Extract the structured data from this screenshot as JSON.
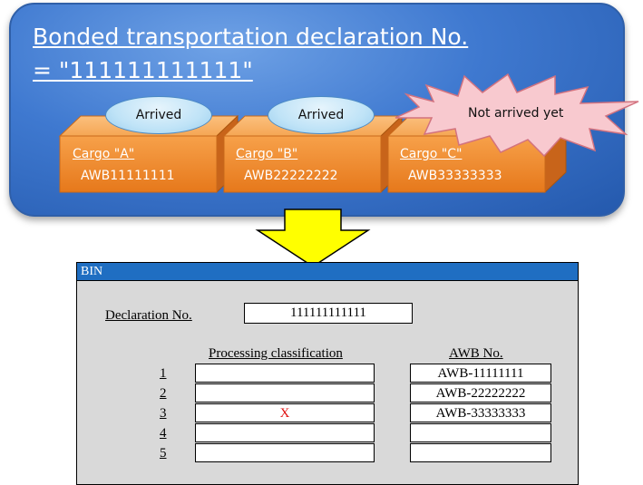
{
  "panel": {
    "title_line1": "Bonded transportation declaration No.",
    "title_line2": "= \"111111111111\""
  },
  "cargo": [
    {
      "label": "Cargo \"A\"",
      "awb": "AWB11111111",
      "status": "Arrived"
    },
    {
      "label": "Cargo \"B\"",
      "awb": "AWB22222222",
      "status": "Arrived"
    },
    {
      "label": "Cargo \"C\"",
      "awb": "AWB33333333",
      "status": "Not arrived yet"
    }
  ],
  "bin": {
    "title": "BIN",
    "declaration_label": "Declaration No.",
    "declaration_value": "111111111111",
    "col_processing": "Processing classification",
    "col_awb": "AWB No.",
    "rows": [
      {
        "num": "1",
        "processing": "",
        "awb": "AWB-11111111"
      },
      {
        "num": "2",
        "processing": "",
        "awb": "AWB-22222222"
      },
      {
        "num": "3",
        "processing": "X",
        "awb": "AWB-33333333"
      },
      {
        "num": "4",
        "processing": "",
        "awb": ""
      },
      {
        "num": "5",
        "processing": "",
        "awb": ""
      }
    ]
  },
  "colors": {
    "panel_blue": "#3f79d0",
    "cargo_orange": "#f08a24",
    "arrow_yellow": "#ffff00",
    "bin_titlebar": "#1f6ec2",
    "mark_red": "#e01010"
  }
}
